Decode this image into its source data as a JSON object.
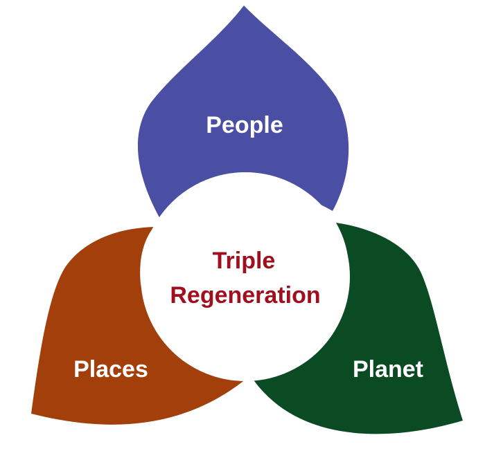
{
  "petals": {
    "people": {
      "label": "People",
      "color": "#4A4FA3"
    },
    "places": {
      "label": "Places",
      "color": "#A33F0B"
    },
    "planet": {
      "label": "Planet",
      "color": "#0A4B24"
    }
  },
  "center": {
    "line1": "Triple",
    "line2": "Regeneration",
    "text_color": "#A00F1E",
    "fill": "#ffffff"
  }
}
